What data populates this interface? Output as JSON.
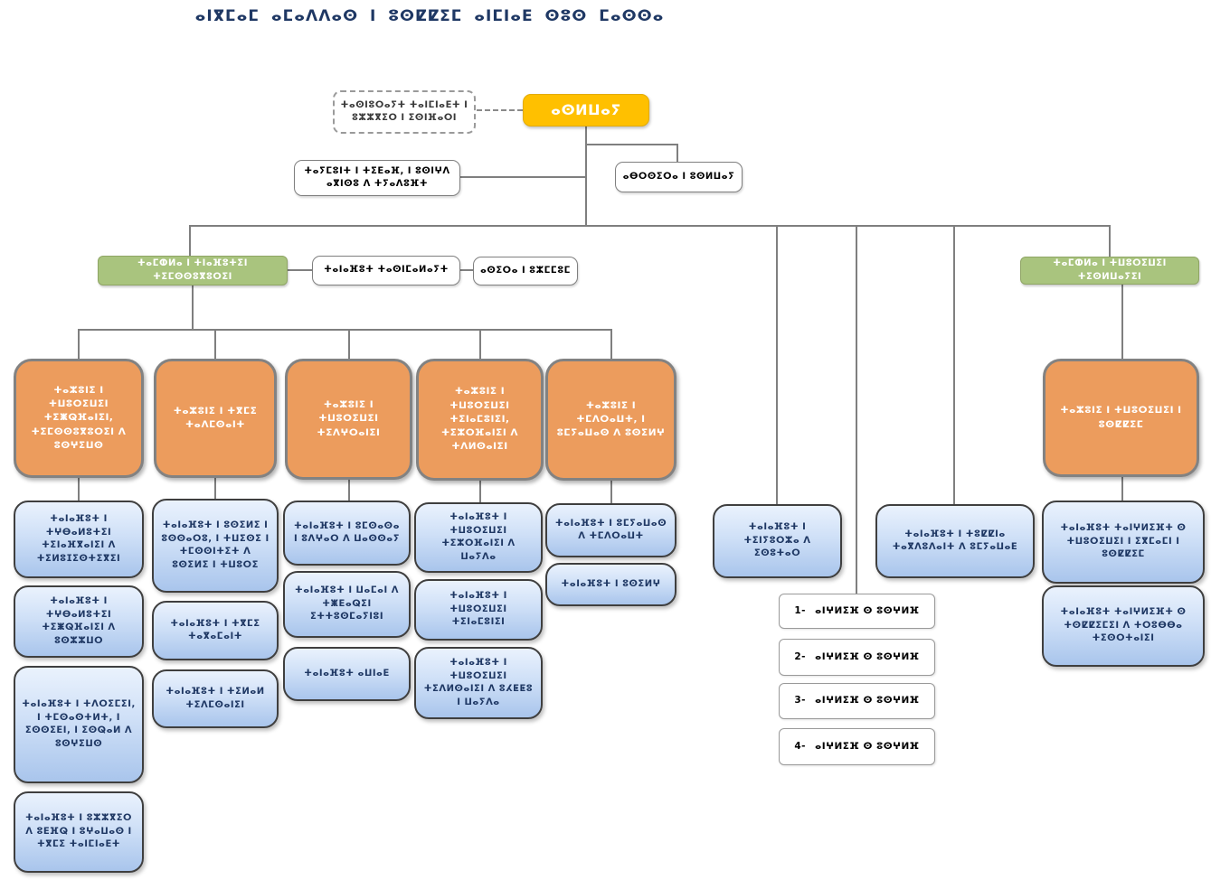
{
  "title": "ⴰⵏⴳⵎⴰⵎ ⴰⵎⴰⴷⴷⴰⵙ ⵏ ⵓⵙⵇⵇⵉⵎ ⴰⵏⵎⵏⴰⴹ ⵙⵓⵙ ⵎⴰⵙⵙⴰ",
  "colors": {
    "title_text": "#1F3864",
    "president_box": "#FFC000",
    "direction_box": "#A9C47E",
    "division_box": "#EC9C5D",
    "service_box_top": "#EAF2FD",
    "service_box_bottom": "#A9C5EC",
    "service_text": "#1F3864",
    "connector": "#7F7F7F"
  },
  "org": {
    "president": "ⴰⵙⵍⵡⴰⵢ",
    "agency_dashed": "ⵜⴰⵙⵏⵓⵔⴰⵢⵜ ⵜⴰⵏⵎⵏⴰⴹⵜ ⵏ ⵓⵣⵣⴳⵉⵔ ⵏ ⵉⵙⵏⴼⴰⵔⵏ",
    "audit_committee": "ⵜⴰⵢⵎⵓⵏⵜ ⵏ ⵜⵉⴹⴰⴼ, ⵏ ⵓⵙⵏⵖⴷ ⴰⴳⵏⵙⵓ ⴷ ⵜⵢⴰⴷⵓⴼⵜ",
    "president_office": "ⴰⴱⵔⵙⵉⵔⴰ ⵏ ⵓⵙⵍⵡⴰⵢ",
    "direction_admin": "ⵜⴰⵎⵀⵍⴰ ⵏ ⵜⵏⴰⴼⵓⵜⵉⵏ ⵜⵉⵎⵙⵙⵓⴳⵓⵔⵉⵏ",
    "service_organisation": "ⵜⴰⵏⴰⴼⵓⵜ ⵜⴰⵙⵏⵎⴰⵍⴰⵢⵜ",
    "bureau_ordre": "ⴰⵙⵉⵔⴰ ⵏ ⵓⵣⵎⵎⵓⵎ",
    "direction_presidency": "ⵜⴰⵎⵀⵍⴰ ⵏ ⵜⵡⵓⵔⵉⵡⵉⵏ ⵜⵉⵙⵍⵡⴰⵢⵉⵏ",
    "division_finance_admin": "ⵜⴰⵣⵓⵏⵉ ⵏ ⵜⵡⵓⵔⵉⵡⵉⵏ ⵜⵉⵥⵕⴼⴰⵏⵉⵏ, ⵜⵉⵎⵙⵙⵓⴳⵓⵔⵉⵏ ⴷ ⵓⵙⵖⵉⵡⵙ",
    "division_economie": "ⵜⴰⵣⵓⵏⵉ ⵏ ⵜⴳⵎⵉ ⵜⴰⴷⵎⵙⴰⵏⵜ",
    "division_territoire": "ⵜⴰⵣⵓⵏⵉ ⵏ ⵜⵡⵓⵔⵉⵡⵉⵏ ⵜⵉⴷⵖⵔⴰⵏⵉⵏ",
    "division_social_culture": "ⵜⴰⵣⵓⵏⵉ ⵏ ⵜⵡⵓⵔⵉⵡⵉⵏ ⵜⵉⵏⴰⵎⵓⵏⵉⵏ, ⵜⵉⵣⵔⴼⴰⵏⵉⵏ ⴷ ⵜⴷⵍⵙⴰⵏⵉⵏ",
    "division_partenariat": "ⵜⴰⵣⵓⵏⵉ ⵏ ⵜⵎⴷⵔⴰⵡⵜ, ⵏ ⵓⵎⵢⴰⵡⴰⵙ ⴷ ⵓⵙⵉⵍⵖ",
    "division_conseil": "ⵜⴰⵣⵓⵏⵉ ⵏ ⵜⵡⵓⵔⵉⵡⵉⵏ ⵏ ⵓⵙⵇⵇⵉⵎ",
    "svc_rh_logistique": "ⵜⴰⵏⴰⴼⵓⵜ ⵏ ⵜⵖⴱⴰⵍⵓⵜⵉⵏ ⵜⵉⵏⴰⴼⴳⴰⵏⵉⵏ ⴷ ⵜⵉⵍⵓⵊⵉⵙⵜⵉⴳⵉⵏ",
    "svc_ressources_fin": "ⵜⴰⵏⴰⴼⵓⵜ ⵏ ⵜⵖⴱⴰⵍⵓⵜⵉⵏ ⵜⵉⵥⵕⴼⴰⵏⵉⵏ ⴷ ⵓⵙⵣⵣⵡⵔ",
    "svc_budget": "ⵜⴰⵏⴰⴼⵓⵜ ⵏ ⵜⴷⵔⵉⵎⵉⵏ, ⵏ ⵜⵎⵙⴰⵙⵜⵍⵜ, ⵏ ⵉⵙⵙⵉⴹⵏ, ⵏ ⵉⵙⵕⴰⵍ ⴷ ⵓⵙⵖⵉⵡⵙ",
    "svc_execution_pdr": "ⵜⴰⵏⴰⴼⵓⵜ ⵏ ⵓⵣⵣⴳⵉⵔ ⴷ ⵓⴹⴼⵕ ⵏ ⵓⵖⴰⵡⴰⵙ ⵏ ⵜⴳⵎⵉ ⵜⴰⵏⵎⵏⴰⴹⵜ",
    "svc_investissement": "ⵜⴰⵏⴰⴼⵓⵜ ⵏ ⵓⵙⵉⵍⵉ ⵏ ⵓⵙⵙⴰⵔⵓ, ⵏ ⵜⵡⵉⵙⵉ ⵏ ⵜⵎⵙⵙⵏⵜⵉⵜ ⴷ ⵓⵙⵉⵍⵉ ⵏ ⵜⵡⵓⵔⵉ",
    "svc_dev_durable": "ⵜⴰⵏⴰⴼⵓⵜ ⵏ ⵜⴳⵎⵉ ⵜⴰⴳⴰⵎⴰⵏⵜ",
    "svc_activites_eco": "ⵜⴰⵏⴰⴼⵓⵜ ⵏ ⵜⵉⵍⴰⵍ ⵜⵉⴷⵎⵙⴰⵏⵉⵏ",
    "svc_amenagement": "ⵜⴰⵏⴰⴼⵓⵜ ⵏ ⵓⵎⵙⴰⵙⴰ ⵏ ⵓⴷⵖⴰⵔ ⴷ ⵡⴰⵙⵙⴰⵢ",
    "svc_eau_energie": "ⵜⴰⵏⴰⴼⵓⵜ ⵏ ⵡⴰⵎⴰⵏ ⴷ ⵜⵥⴹⴰⵕⵉⵏ ⵉⵜⵜⵓⵙⵎⴰⵢⵏⵓⵏ",
    "svc_environnement": "ⵜⴰⵏⴰⴼⵓⵜ ⴰⵡⵏⴰⴹ",
    "svc_juridique_patrimoine": "ⵜⴰⵏⴰⴼⵓⵜ ⵏ ⵜⵡⵓⵔⵉⵡⵉⵏ ⵜⵉⵣⵔⴼⴰⵏⵉⵏ ⴷ ⵡⴰⵢⴷⴰ",
    "svc_social": "ⵜⴰⵏⴰⴼⵓⵜ ⵏ ⵜⵡⵓⵔⵉⵡⵉⵏ ⵜⵉⵏⴰⵎⵓⵏⵉⵏ",
    "svc_culture_patrimoine": "ⵜⴰⵏⴰⴼⵓⵜ ⵏ ⵜⵡⵓⵔⵉⵡⵉⵏ ⵜⵉⴷⵍⵙⴰⵏⵉⵏ ⴷ ⵓⵃⵟⵟⵓ ⵏ ⵡⴰⵢⴷⴰ",
    "svc_cooperation": "ⵜⴰⵏⴰⴼⵓⵜ ⵏ ⵓⵎⵢⴰⵡⴰⵙ ⴷ ⵜⵎⴷⵔⴰⵡⵜ",
    "svc_formation": "ⵜⴰⵏⴰⴼⵓⵜ ⵏ ⵓⵙⵉⵍⵖ",
    "svc_requetes": "ⵜⴰⵏⴰⴼⵓⵜ ⵏ ⵜⵉⵏⵢⵓⵔⵣⴰ ⴷ ⵉⵙⵓⵜⴰⵔ",
    "svc_communication": "ⵜⴰⵏⴰⴼⵓⵜ ⵏ ⵜⵓⵇⵇⵏⴰ ⵜⴰⴳⴷⵓⴷⴰⵏⵜ ⴷ ⵓⵎⵢⴰⵡⴰⴹ",
    "svc_membres_conseil": "ⵜⴰⵏⴰⴼⵓⵜ ⵜⴰⵏⵖⵍⵉⴼⵜ ⵙ ⵜⵡⵓⵔⵉⵡⵉⵏ ⵏ ⵉⴳⵎⴰⵎⵏ ⵏ ⵓⵙⵇⵇⵉⵎ",
    "svc_commissions": "ⵜⴰⵏⴰⴼⵓⵜ ⵜⴰⵏⵖⵍⵉⴼⵜ ⵙ ⵜⵙⵇⵇⵉⵎⵉⵏ ⴷ ⵜⵔⵓⴱⴱⴰ ⵜⵉⵙⵔⵜⴰⵏⵉⵏ",
    "missions": [
      {
        "num": "1-",
        "label": "ⴰⵏⵖⵍⵉⴼ ⵙ ⵓⵙⵖⵍⴼ"
      },
      {
        "num": "2-",
        "label": "ⴰⵏⵖⵍⵉⴼ ⵙ ⵓⵙⵖⵍⴼ"
      },
      {
        "num": "3-",
        "label": "ⴰⵏⵖⵍⵉⴼ ⵙ ⵓⵙⵖⵍⴼ"
      },
      {
        "num": "4-",
        "label": "ⴰⵏⵖⵍⵉⴼ ⵙ ⵓⵙⵖⵍⴼ"
      }
    ]
  }
}
